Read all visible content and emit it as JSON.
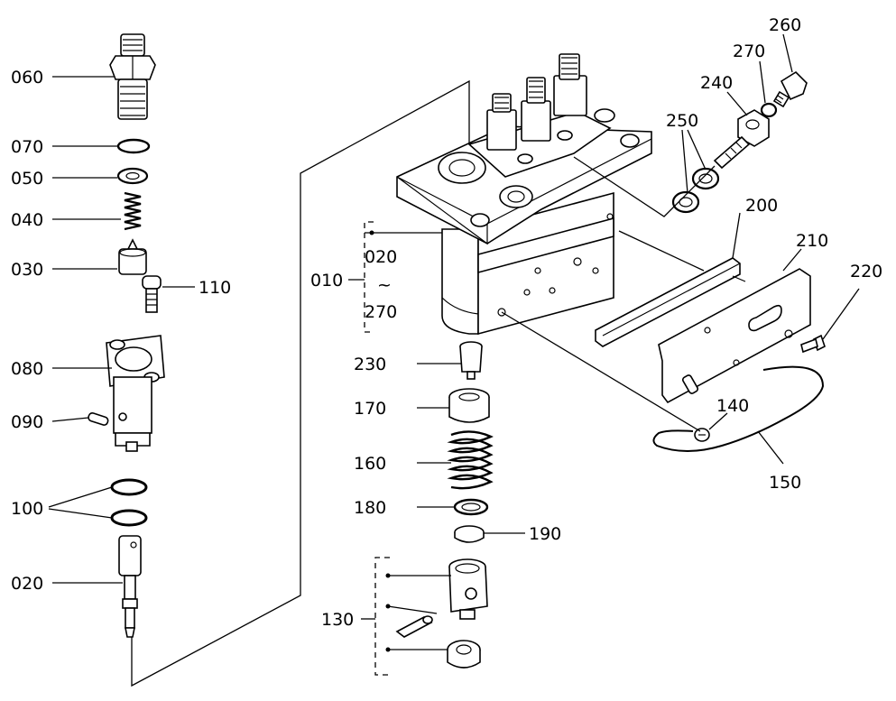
{
  "labels": {
    "p060": "060",
    "p070": "070",
    "p050": "050",
    "p040": "040",
    "p030": "030",
    "p110": "110",
    "p080": "080",
    "p090": "090",
    "p100": "100",
    "p020": "020",
    "p010": "010",
    "range_start": "020",
    "range_sep": "~",
    "range_end": "270",
    "p230": "230",
    "p170": "170",
    "p160": "160",
    "p180": "180",
    "p190": "190",
    "p130": "130",
    "p250": "250",
    "p240": "240",
    "p270": "270",
    "p260": "260",
    "p200": "200",
    "p210": "210",
    "p220": "220",
    "p140": "140",
    "p150": "150"
  }
}
